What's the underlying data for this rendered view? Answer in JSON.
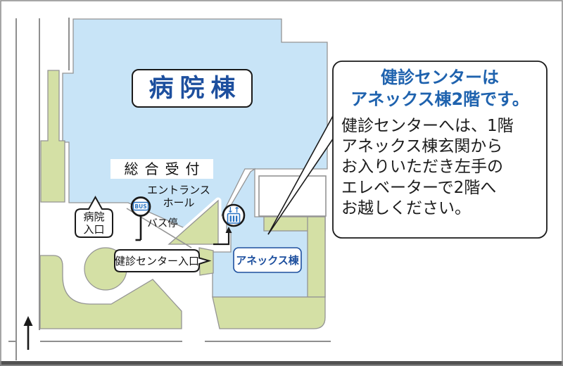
{
  "map": {
    "hospital_label": "病院棟",
    "reception_label": "総合受付",
    "entrance_hall_label": "エントランス\nホール",
    "bus_stop_label": "バス停",
    "bus_icon_text": "BUS",
    "hospital_entrance_label": "病院\n入口",
    "checkup_entrance_label": "健診センター入口",
    "annex_label": "アネックス棟",
    "elevator_arrows": "↓↑"
  },
  "callout": {
    "title": "健診センターは\nアネックス棟2階です。",
    "body": "健診センターへは、1階\nアネックス棟玄関から\nお入りいただき左手の\nエレベーターで2階へ\nお越しください。"
  },
  "colors": {
    "building_blue": "#c8e4f7",
    "green_area": "#d4e0a5",
    "outline_gray": "#949494",
    "road_gray": "#8f8f8f",
    "label_blue": "#1d4f9e",
    "title_blue": "#1e62ae",
    "icon_blue": "#2a74c4",
    "text_black": "#1c1c1c",
    "bottom_bar": "#515151"
  }
}
